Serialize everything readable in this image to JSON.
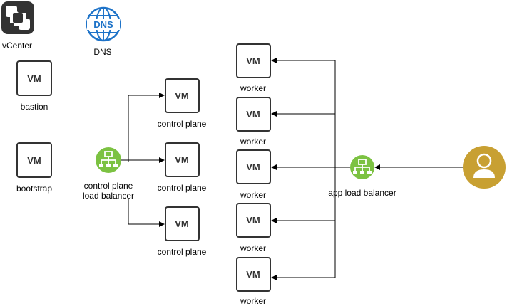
{
  "nodes": {
    "vcenter": {
      "label": "vCenter"
    },
    "dns": {
      "label": "DNS",
      "icon": "globe-icon",
      "icon_text": "DNS",
      "color": "#1e73c8"
    },
    "bastion": {
      "label": "bastion",
      "icon_text": "VM"
    },
    "bootstrap": {
      "label": "bootstrap",
      "icon_text": "VM"
    },
    "cp_lb": {
      "label_line1": "control plane",
      "label_line2": "load balancer",
      "icon": "network-hub-icon",
      "color": "#7cc242"
    },
    "control_planes": [
      {
        "label": "control plane",
        "icon_text": "VM"
      },
      {
        "label": "control plane",
        "icon_text": "VM"
      },
      {
        "label": "control plane",
        "icon_text": "VM"
      }
    ],
    "workers": [
      {
        "label": "worker",
        "icon_text": "VM"
      },
      {
        "label": "worker",
        "icon_text": "VM"
      },
      {
        "label": "worker",
        "icon_text": "VM"
      },
      {
        "label": "worker",
        "icon_text": "VM"
      },
      {
        "label": "worker",
        "icon_text": "VM"
      }
    ],
    "app_lb": {
      "label": "app load balancer",
      "icon": "network-hub-icon",
      "color": "#7cc242"
    },
    "user": {
      "icon": "user-icon",
      "color": "#c8a032"
    }
  },
  "colors": {
    "edge": "#000000",
    "vm_border": "#333333",
    "vcenter_icon": "#333333"
  }
}
